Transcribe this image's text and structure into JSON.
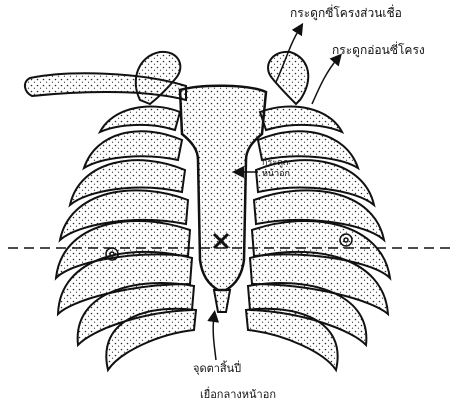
{
  "labels": {
    "clavicle_joint": "กระดูกซี่โครงส่วนเชื่อ",
    "costal_cartilage": "กระดูกอ่อนซี่โครง",
    "sternum": "กระดูก\nหน้าอก",
    "xiphoid_point": "จุดตาสิ้นปี่",
    "bottom_caption": "เยื่อกลางหน้าอก"
  },
  "colors": {
    "ink": "#111111",
    "bone_fill": "#f4f4f4",
    "stipple": "#2a2a2a",
    "background": "#ffffff"
  },
  "icons": {
    "center_mark": "x-mark-icon",
    "rib_circle_marks": "target-circle-icon"
  }
}
